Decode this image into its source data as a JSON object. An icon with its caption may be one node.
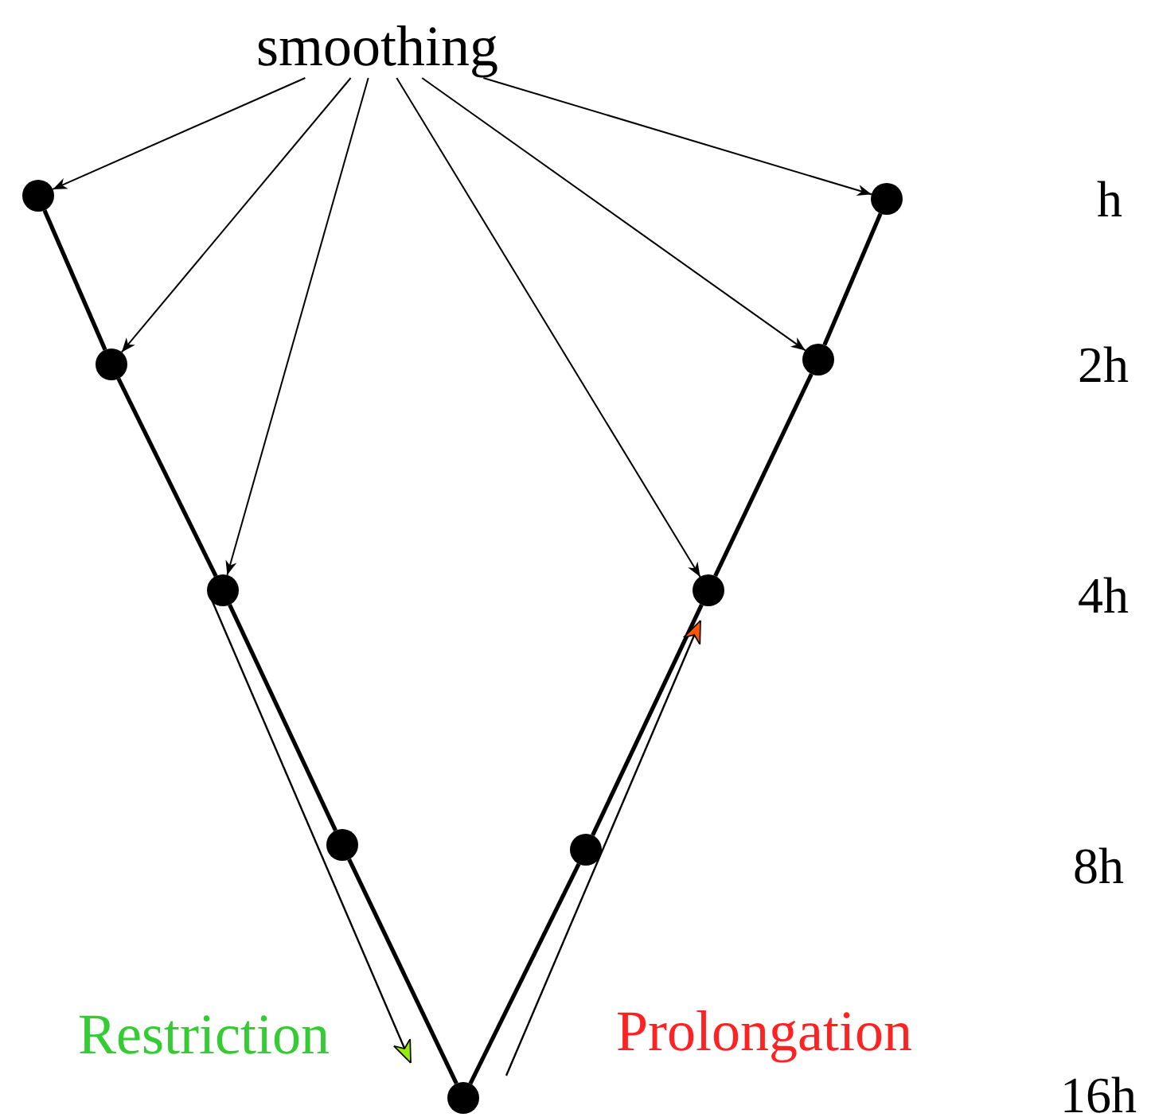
{
  "diagram": {
    "nodes": [
      {
        "text": [
          "smoothing"
        ]
      },
      {
        "text": [],
        "shape": "circle"
      },
      {
        "text": [],
        "shape": "circle"
      },
      {
        "text": [],
        "shape": "circle"
      },
      {
        "text": [],
        "shape": "circle"
      },
      {
        "text": [],
        "shape": "circle"
      },
      {
        "text": [],
        "shape": "circle"
      },
      {
        "text": [],
        "shape": "circle"
      },
      {
        "text": [],
        "shape": "circle"
      },
      {
        "text": [],
        "shape": "circle"
      }
    ],
    "edges": [
      {
        "from": 0,
        "to": 1,
        "arrow": "to"
      },
      {
        "from": 0,
        "to": 2,
        "arrow": "to"
      },
      {
        "from": 0,
        "to": 3,
        "arrow": "to"
      },
      {
        "from": 0,
        "to": 7,
        "arrow": "to"
      },
      {
        "from": 0,
        "to": 8,
        "arrow": "to"
      },
      {
        "from": 0,
        "to": 9,
        "arrow": "to"
      },
      {
        "from": 1,
        "to": 2,
        "arrow": "none"
      },
      {
        "from": 2,
        "to": 3,
        "arrow": "none"
      },
      {
        "from": 3,
        "to": 4,
        "arrow": "none"
      },
      {
        "from": 4,
        "to": 5,
        "arrow": "none"
      },
      {
        "from": 5,
        "to": 6,
        "arrow": "none"
      },
      {
        "from": 6,
        "to": 7,
        "arrow": "none"
      },
      {
        "from": 7,
        "to": 8,
        "arrow": "none"
      },
      {
        "from": 8,
        "to": 9,
        "arrow": "none"
      }
    ],
    "labels": [
      "h",
      "2h",
      "4h",
      "8h",
      "Restriction",
      "Prolongation",
      "16h"
    ]
  }
}
